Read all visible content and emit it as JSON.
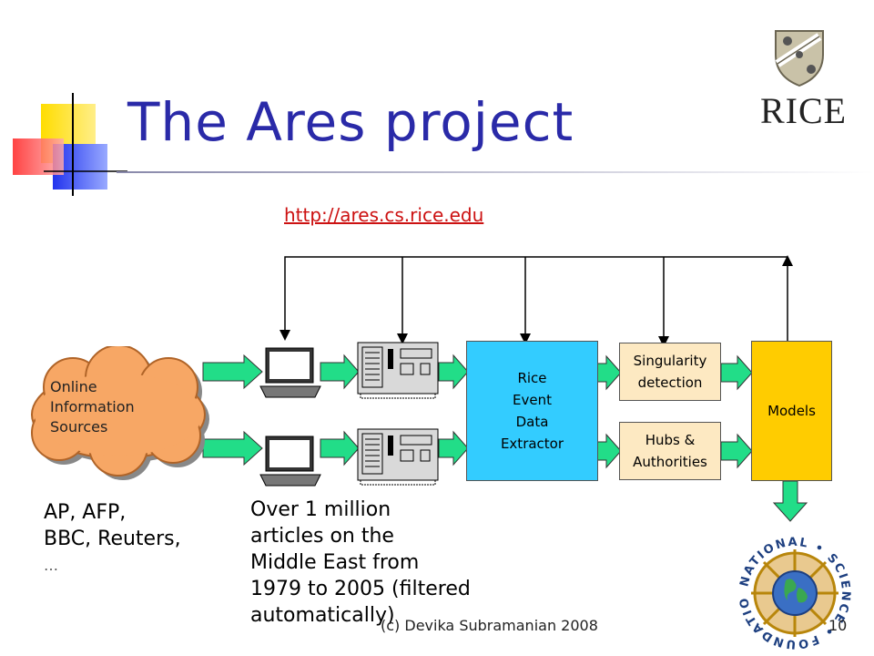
{
  "slide": {
    "title": "The Ares project",
    "link": "http://ares.cs.rice.edu",
    "footer": "(c) Devika Subramanian 2008",
    "page_number": "10"
  },
  "logos": {
    "rice": "RICE",
    "nsf_ring": "NATIONAL • SCIENCE • FOUNDATION"
  },
  "diagram": {
    "source": "Online Information Sources",
    "source_lines": [
      "Online",
      "Information",
      "Sources"
    ],
    "extractor_lines": [
      "Rice",
      "Event",
      "Data",
      "Extractor"
    ],
    "singularity_lines": [
      "Singularity",
      "detection"
    ],
    "hubs_lines": [
      "Hubs &",
      "Authorities"
    ],
    "models": "Models"
  },
  "captions": {
    "sources_lines": [
      "AP, AFP,",
      "BBC, Reuters,",
      "…"
    ],
    "articles_lines": [
      "Over 1 million",
      "articles on the",
      "Middle East from",
      "1979 to 2005 (filtered",
      "automatically)"
    ]
  },
  "colors": {
    "title": "#2a2aa8",
    "cloud": "#f7a765",
    "extractor": "#33ccff",
    "analysis_box": "#fde9c2",
    "models": "#ffcc00",
    "arrow": "#22dd88"
  }
}
